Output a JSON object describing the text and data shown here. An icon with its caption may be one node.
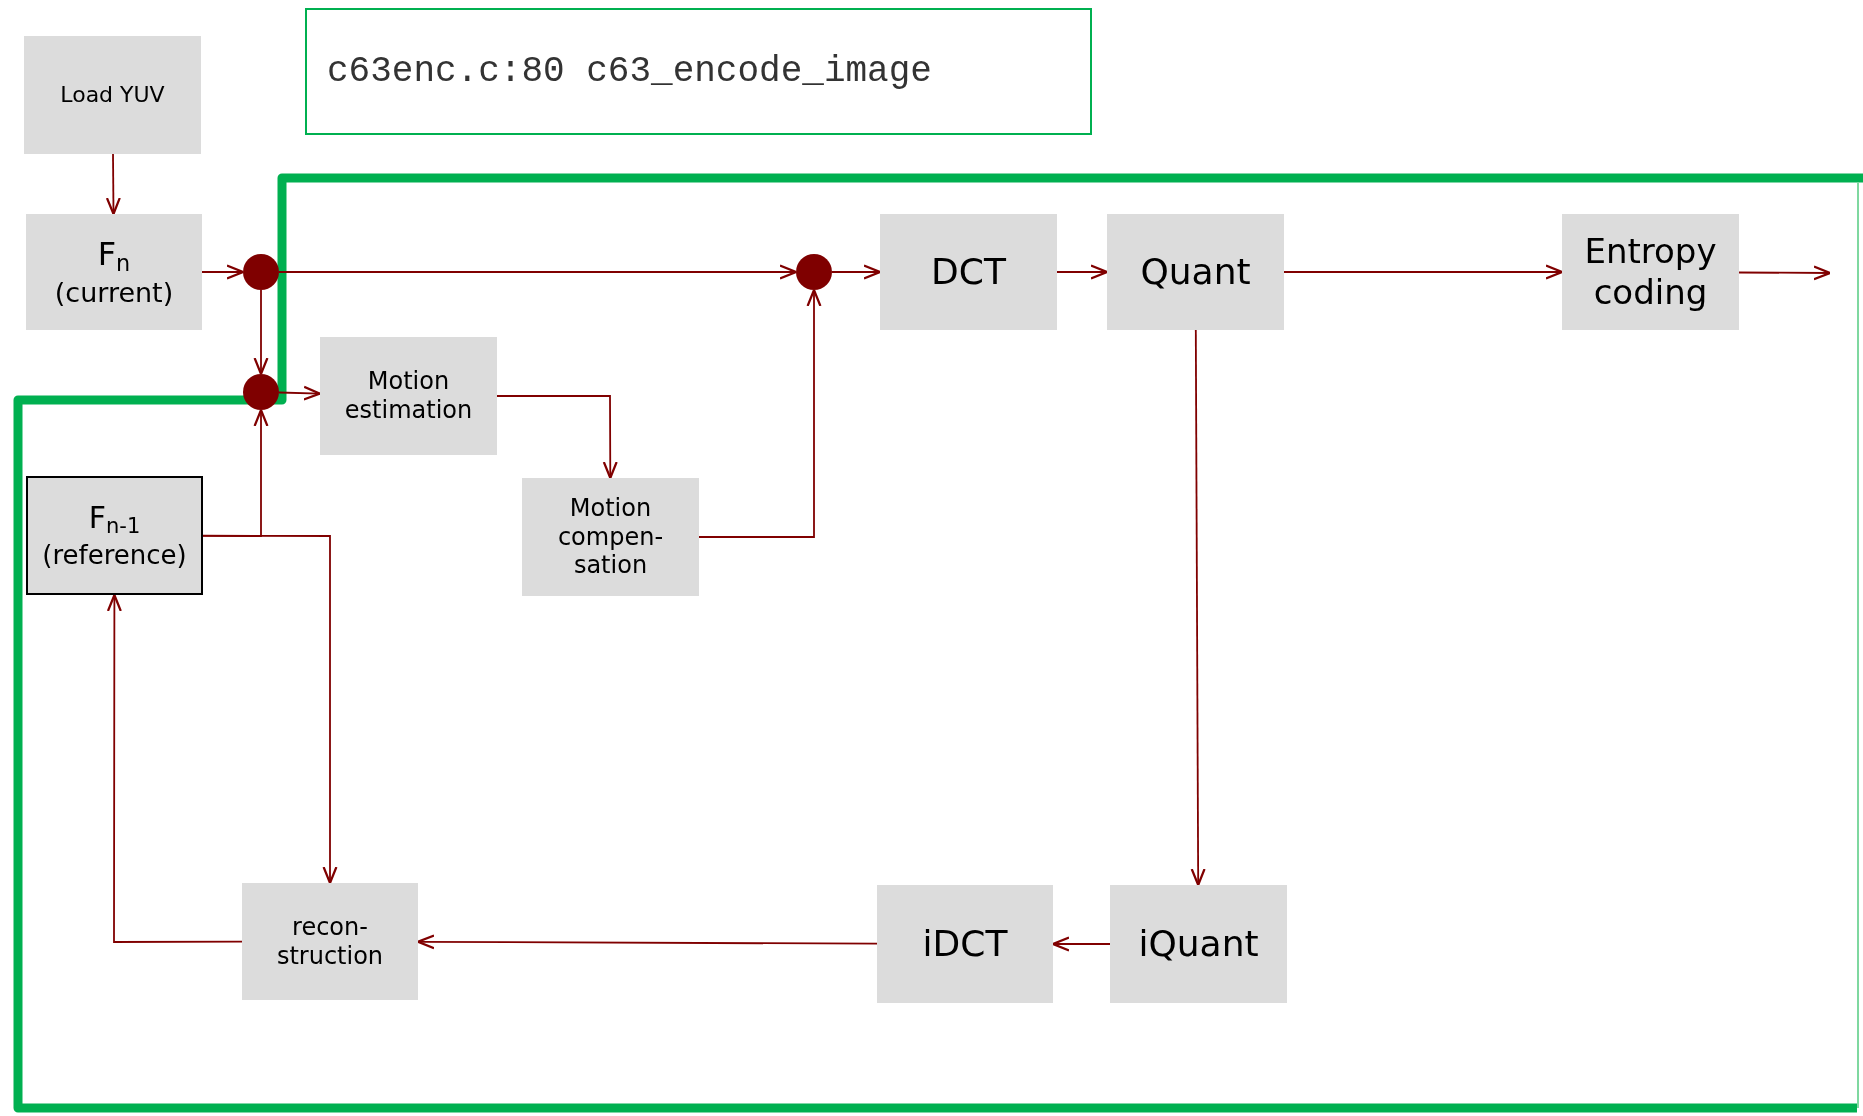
{
  "diagram": {
    "nodes": [
      {
        "text": [
          "Load YUV"
        ]
      },
      {
        "text": [
          "c63enc.c:80 c63_encode_image"
        ]
      },
      {
        "text": [
          "F$_{n}$",
          "(current)"
        ]
      },
      {
        "text": [],
        "shape": "circle"
      },
      {
        "text": [],
        "shape": "circle"
      },
      {
        "text": [
          "Motion estimation"
        ]
      },
      {
        "text": [
          "F$_{n-1}$",
          "(reference)"
        ]
      },
      {
        "text": [
          "Motion compen- sation"
        ]
      },
      {
        "text": [],
        "shape": "circle"
      },
      {
        "text": [
          "DCT"
        ]
      },
      {
        "text": [
          "Quant"
        ]
      },
      {
        "text": [
          "Entropy coding"
        ]
      },
      {
        "text": [
          "recon- struction"
        ]
      },
      {
        "text": [
          "iDCT"
        ]
      },
      {
        "text": [
          "iQuant"
        ]
      }
    ],
    "edges": [
      {
        "from": 0,
        "to": 2,
        "arrow": "to"
      },
      {
        "from": 2,
        "to": 3,
        "arrow": "to"
      },
      {
        "from": 3,
        "to": 8,
        "arrow": "to"
      },
      {
        "from": 3,
        "to": 4,
        "arrow": "to"
      },
      {
        "from": 6,
        "to": 4,
        "arrow": "to"
      },
      {
        "from": 4,
        "to": 5,
        "arrow": "to"
      },
      {
        "from": 5,
        "to": 7,
        "arrow": "to"
      },
      {
        "from": 7,
        "to": 8,
        "arrow": "to"
      },
      {
        "from": 8,
        "to": 9,
        "arrow": "to"
      },
      {
        "from": 9,
        "to": 10,
        "arrow": "to"
      },
      {
        "from": 10,
        "to": 11,
        "arrow": "to"
      },
      {
        "from": 11,
        "to": null,
        "arrow": "to"
      },
      {
        "from": 10,
        "to": 14,
        "arrow": "to"
      },
      {
        "from": 14,
        "to": 13,
        "arrow": "to"
      },
      {
        "from": 13,
        "to": 12,
        "arrow": "to"
      },
      {
        "from": 12,
        "to": 6,
        "arrow": "to"
      },
      {
        "from": 6,
        "to": 12,
        "arrow": "to"
      }
    ]
  }
}
